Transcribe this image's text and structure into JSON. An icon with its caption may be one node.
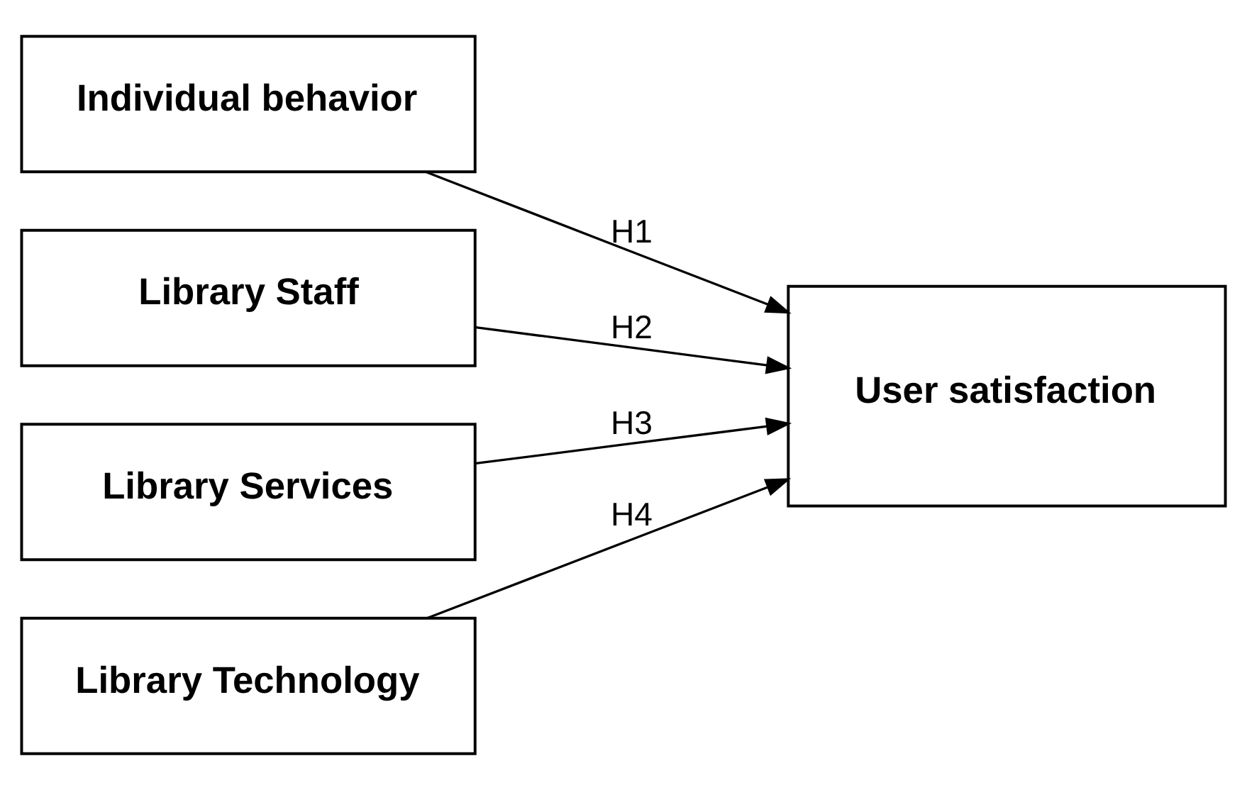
{
  "diagram": {
    "nodes": [
      {
        "text": [
          "Individual behavior"
        ]
      },
      {
        "text": [
          "Library Staff"
        ]
      },
      {
        "text": [
          "Library Services"
        ]
      },
      {
        "text": [
          "Library Technology"
        ]
      },
      {
        "text": [
          "User satisfaction"
        ]
      }
    ],
    "edges": [
      {
        "from": 0,
        "to": 4,
        "arrow": "to",
        "label": "H1"
      },
      {
        "from": 1,
        "to": 4,
        "arrow": "to",
        "label": "H2"
      },
      {
        "from": 2,
        "to": 4,
        "arrow": "to",
        "label": "H3"
      },
      {
        "from": 3,
        "to": 4,
        "arrow": "to",
        "label": "H4"
      }
    ]
  }
}
